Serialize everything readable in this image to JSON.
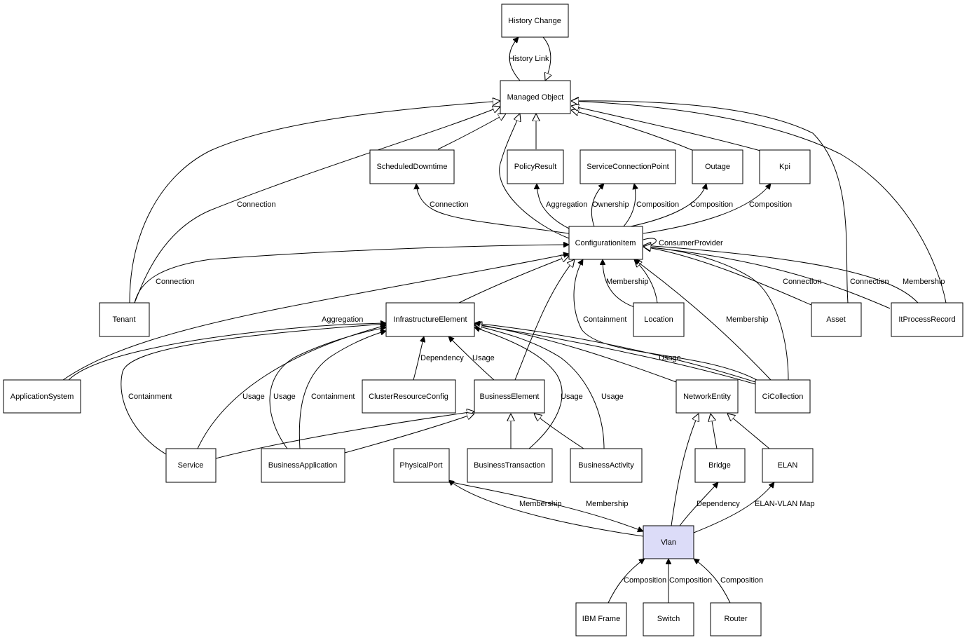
{
  "nodes": {
    "history_change": "History Change",
    "managed_object": "Managed Object",
    "scheduled_downtime": "ScheduledDowntime",
    "policy_result": "PolicyResult",
    "service_connection_point": "ServiceConnectionPoint",
    "outage": "Outage",
    "kpi": "Kpi",
    "configuration_item": "ConfigurationItem",
    "tenant": "Tenant",
    "infrastructure_element": "InfrastructureElement",
    "location": "Location",
    "asset": "Asset",
    "it_process_record": "ItProcessRecord",
    "application_system": "ApplicationSystem",
    "cluster_resource_config": "ClusterResourceConfig",
    "business_element": "BusinessElement",
    "network_entity": "NetworkEntity",
    "ci_collection": "CiCollection",
    "service": "Service",
    "business_application": "BusinessApplication",
    "physical_port": "PhysicalPort",
    "business_transaction": "BusinessTransaction",
    "business_activity": "BusinessActivity",
    "bridge": "Bridge",
    "elan": "ELAN",
    "vlan": "Vlan",
    "ibm_frame": "IBM Frame",
    "switch": "Switch",
    "router": "Router"
  },
  "edge_labels": {
    "history_link": "History Link",
    "connection_tenant_mo": "Connection",
    "connection_ci_sd": "Connection",
    "aggregation_ci_pr": "Aggregation",
    "ownership": "Ownership",
    "composition_scp": "Composition",
    "composition_outage": "Composition",
    "composition_kpi": "Composition",
    "consumer_provider": "ConsumerProvider",
    "connection_tenant_ci": "Connection",
    "membership_location": "Membership",
    "connection_asset": "Connection",
    "connection_itpr": "Connection",
    "membership_itpr": "Membership",
    "aggregation_as_ie": "Aggregation",
    "containment_cic": "Containment",
    "membership_cic": "Membership",
    "dependency_crc": "Dependency",
    "usage_be": "Usage",
    "usage_cic": "Usage",
    "containment_service": "Containment",
    "usage_service": "Usage",
    "usage_ba": "Usage",
    "containment_ba": "Containment",
    "usage_bt": "Usage",
    "usage_bact": "Usage",
    "membership_vlan_pp": "Membership",
    "membership_pp_vlan": "Membership",
    "dependency_bridge": "Dependency",
    "elan_vlan_map": "ELAN-VLAN Map",
    "composition_ibm": "Composition",
    "composition_switch": "Composition",
    "composition_router": "Composition"
  },
  "colors": {
    "highlight_fill": "#dcdcf8",
    "stroke": "#000000",
    "background": "#ffffff"
  }
}
